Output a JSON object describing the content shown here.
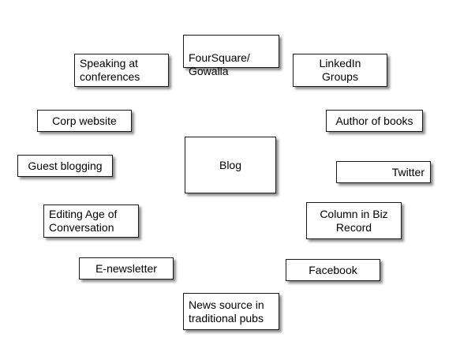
{
  "diagram": {
    "center": {
      "label": "Blog"
    },
    "nodes": {
      "foursquare": "FourSquare/\nGowalla",
      "speaking": "Speaking at\nconferences",
      "linkedin": "LinkedIn\nGroups",
      "corp_website": "Corp website",
      "author": "Author of books",
      "guest_blogging": "Guest blogging",
      "twitter": "Twitter",
      "editing": "Editing Age of\nConversation",
      "column": "Column in Biz\nRecord",
      "enewsletter": "E-newsletter",
      "facebook": "Facebook",
      "news_source": "News source in\ntraditional pubs"
    }
  }
}
